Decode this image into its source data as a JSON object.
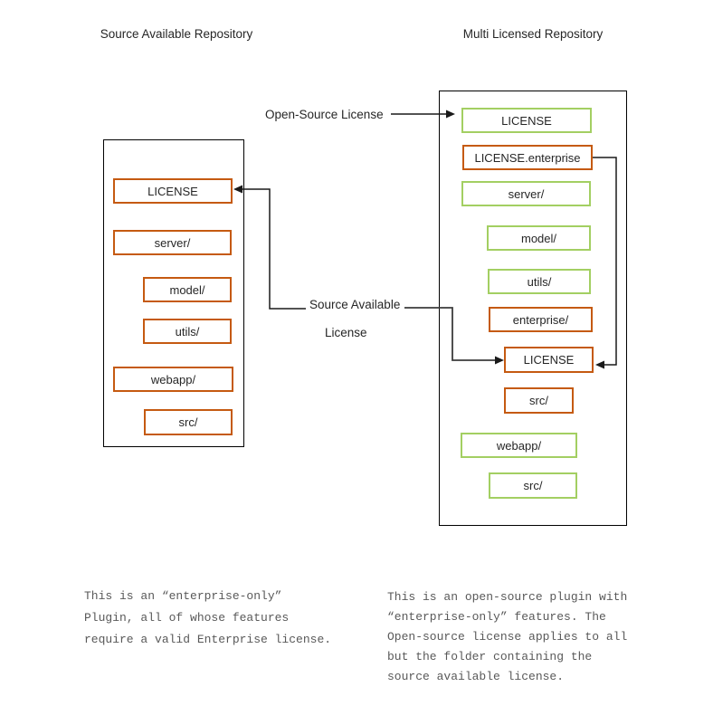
{
  "colors": {
    "orange": "#C55A11",
    "green": "#A3CF62",
    "line": "#333333"
  },
  "left_repo": {
    "title": "Source Available Repository",
    "items": [
      {
        "label": "LICENSE",
        "style": "orange"
      },
      {
        "label": "server/",
        "style": "orange"
      },
      {
        "label": "model/",
        "style": "orange"
      },
      {
        "label": "utils/",
        "style": "orange"
      },
      {
        "label": "webapp/",
        "style": "orange"
      },
      {
        "label": "src/",
        "style": "orange"
      }
    ]
  },
  "right_repo": {
    "title": "Multi Licensed Repository",
    "items": [
      {
        "label": "LICENSE",
        "style": "green"
      },
      {
        "label": "LICENSE.enterprise",
        "style": "orange"
      },
      {
        "label": "server/",
        "style": "green"
      },
      {
        "label": "model/",
        "style": "green"
      },
      {
        "label": "utils/",
        "style": "green"
      },
      {
        "label": "enterprise/",
        "style": "orange"
      },
      {
        "label": "LICENSE",
        "style": "orange"
      },
      {
        "label": "src/",
        "style": "orange"
      },
      {
        "label": "webapp/",
        "style": "green"
      },
      {
        "label": "src/",
        "style": "green"
      }
    ]
  },
  "annotations": {
    "open_source_license": "Open-Source License",
    "source_available_line1": "Source Available",
    "source_available_line2": "License"
  },
  "notes": {
    "left": {
      "lines": [
        "This is an “enterprise-only”",
        "Plugin, all of whose features",
        "require a valid Enterprise license."
      ]
    },
    "right": {
      "lines": [
        "This is an open-source plugin with",
        "“enterprise-only” features. The",
        "Open-source license applies to all",
        "but the folder containing the",
        "source available license."
      ]
    }
  }
}
